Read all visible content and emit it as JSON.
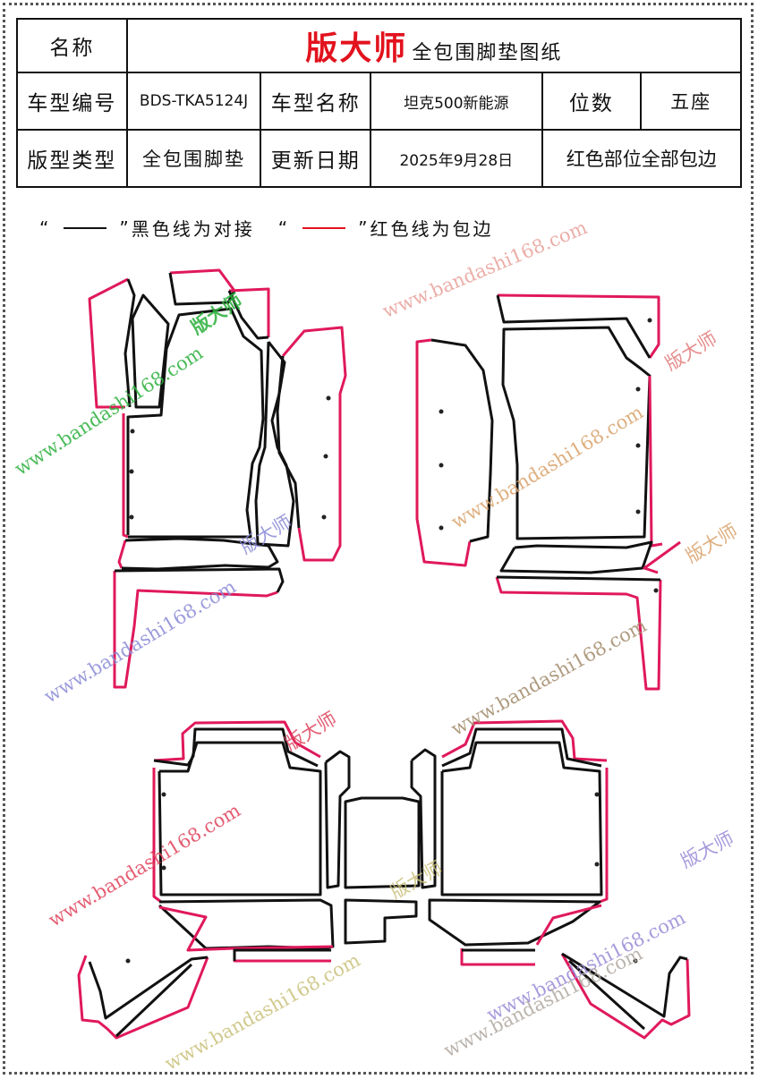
{
  "header": {
    "name_label": "名称",
    "brand": "版大师",
    "doc_title": "全包围脚垫图纸",
    "model_code_label": "车型编号",
    "model_code": "BDS-TKA5124J",
    "model_name_label": "车型名称",
    "model_name": "坦克500新能源",
    "seats_label": "位数",
    "seats": "五座",
    "pattern_type_label": "版型类型",
    "pattern_type": "全包围脚垫",
    "update_label": "更新日期",
    "update_date": "2025年9月28日",
    "note": "红色部位全部包边"
  },
  "legend": {
    "q_open": "“",
    "q_close": "”",
    "black_text": "黑色线为对接",
    "red_text": "红色线为包边"
  },
  "watermark": {
    "url": "www.bandashi168.com",
    "brand": "版大师"
  },
  "colors": {
    "edge_red": "#e0195a",
    "join_black": "#111111",
    "brand_red": "#e2131e"
  }
}
